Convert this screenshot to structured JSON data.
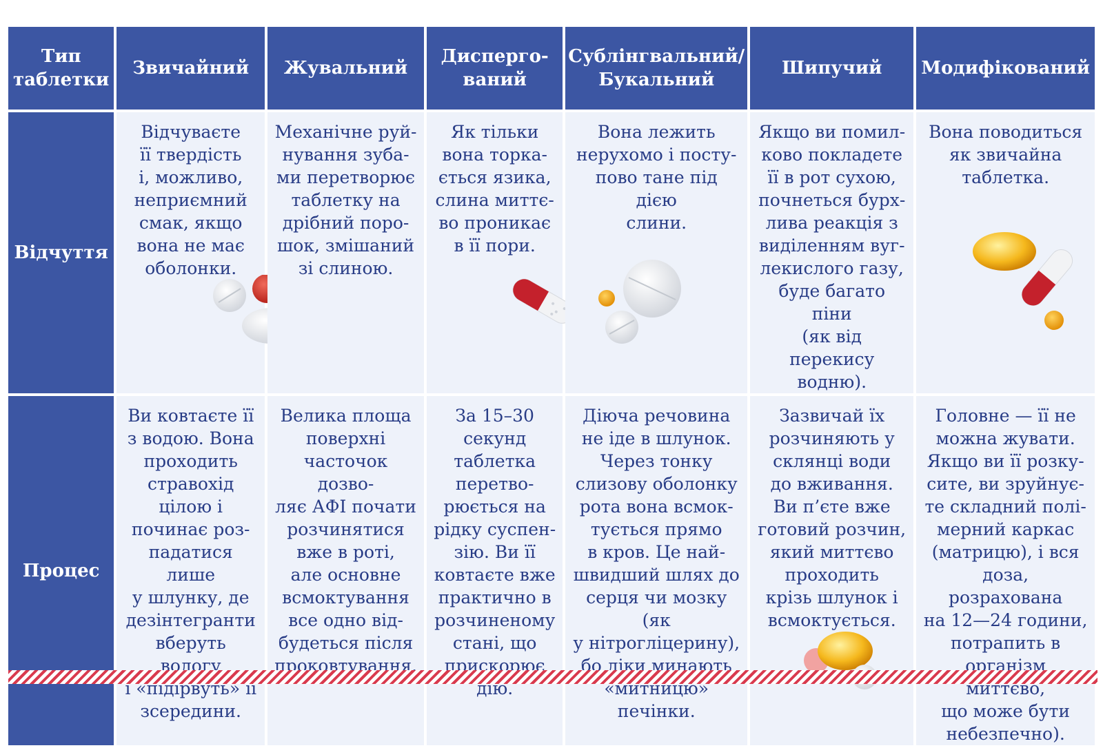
{
  "header": {
    "type": "Тип\nтаблетки",
    "columns": [
      "Звичайний",
      "Жувальний",
      "Дисперго-\nваний",
      "Сублінгвальний/\nБукальний",
      "Шипучий",
      "Модифікований"
    ]
  },
  "rows": [
    {
      "label": "Відчуття",
      "cells": [
        "Відчуваєте\nїї твердість\nі, можливо,\nнеприємний\nсмак, якщо\nвона не має\nоболонки.",
        "Механічне руй-\nнування зуба-\nми перетворює\nтаблетку на\nдрібний поро-\nшок, змішаний\nзі слиною.",
        "Як тільки\nвона торка-\nється язика,\nслина миттє-\nво проникає\nв її пори.",
        "Вона лежить\nнерухомо і посту-\nпово тане під дією\nслини.",
        "Якщо ви помил-\nково покладете\nїї в рот сухою,\nпочнеться бурх-\nлива реакція з\nвиділенням вуг-\nлекислого газу,\nбуде багато піни\n(як від перекису\nводню).",
        "Вона поводиться\nяк звичайна\nтаблетка."
      ]
    },
    {
      "label": "Процес",
      "cells": [
        "Ви ковтаєте її\nз водою. Вона\nпроходить\nстравохід\nцілою і\nпочинає роз-\nпадатися лише\nу шлунку, де\nдезінтегранти\nвберуть вологу\nі «підірвуть» її\nзсередини.",
        "Велика площа\nповерхні\nчасточок дозво-\nляє АФІ почати\nрозчинятися\nвже в роті,\nале основне\nвсмоктування\nвсе одно від-\nбудеться після\nпроковтування.",
        "За 15–30\nсекунд\nтаблетка\nперетво-\nрюється на\nрідку суспен-\nзію. Ви її\nковтаєте вже\nпрактично в\nрозчиненому\nстані, що\nприскорює\nдію.",
        "Діюча речовина\nне іде в шлунок.\nЧерез тонку\nслизову оболонку\nрота вона всмок-\nтується прямо\nв кров. Це най-\nшвидший шлях до\nсерця чи мозку (як\nу нітрогліцерину),\nбо ліки минають\n«митницю»\nпечінки.",
        "Зазвичай їх\nрозчиняють у\nсклянці води\nдо вживання.\nВи п’єте вже\nготовий розчин,\nякий миттєво\nпроходить\nкрізь шлунок і\nвсмоктується.",
        "Головне — її не\nможна жувати.\nЯкщо ви її розку-\nсите, ви зруйнує-\nте складний полі-\nмерний каркас\n(матрицю), і вся\nдоза, розрахована\nна 12—24 години,\nпотрапить в\nорганізм миттєво,\nщо може бути\nнебезпечно)."
      ]
    }
  ],
  "icons": [
    "tablets-icon",
    "capsule-icon",
    "softgel-icon"
  ],
  "colors": {
    "header_bg": "#3c56a3",
    "cell_bg": "#eef2fa",
    "text": "#283c86",
    "accent_red": "#d93a4e"
  }
}
